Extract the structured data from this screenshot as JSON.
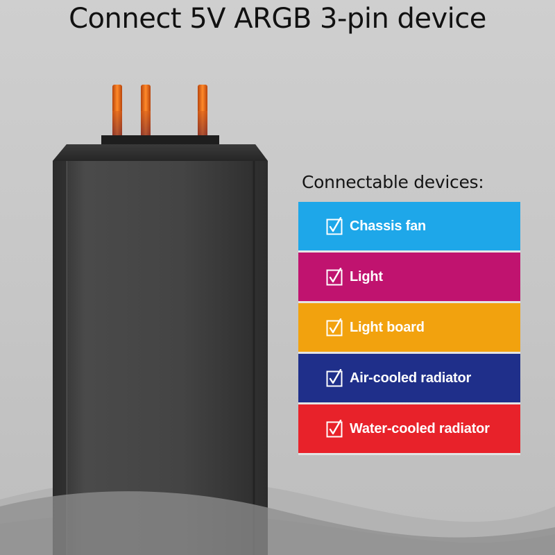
{
  "headline": "Connect 5V ARGB 3-pin device",
  "panel": {
    "title": "Connectable devices:",
    "items": [
      {
        "label": "Chassis fan",
        "color": "#1ea7e9"
      },
      {
        "label": "Light",
        "color": "#c0136f"
      },
      {
        "label": "Light board",
        "color": "#f2a20e"
      },
      {
        "label": "Air-cooled radiator",
        "color": "#1f2f8a"
      },
      {
        "label": "Water-cooled radiator",
        "color": "#e8222a"
      }
    ]
  },
  "icons": {
    "check": "checkbox-checked-icon"
  },
  "colors": {
    "pin_glow": "#e8641a",
    "device_body": "#3e3e3e",
    "background": "#c8c8c8"
  }
}
